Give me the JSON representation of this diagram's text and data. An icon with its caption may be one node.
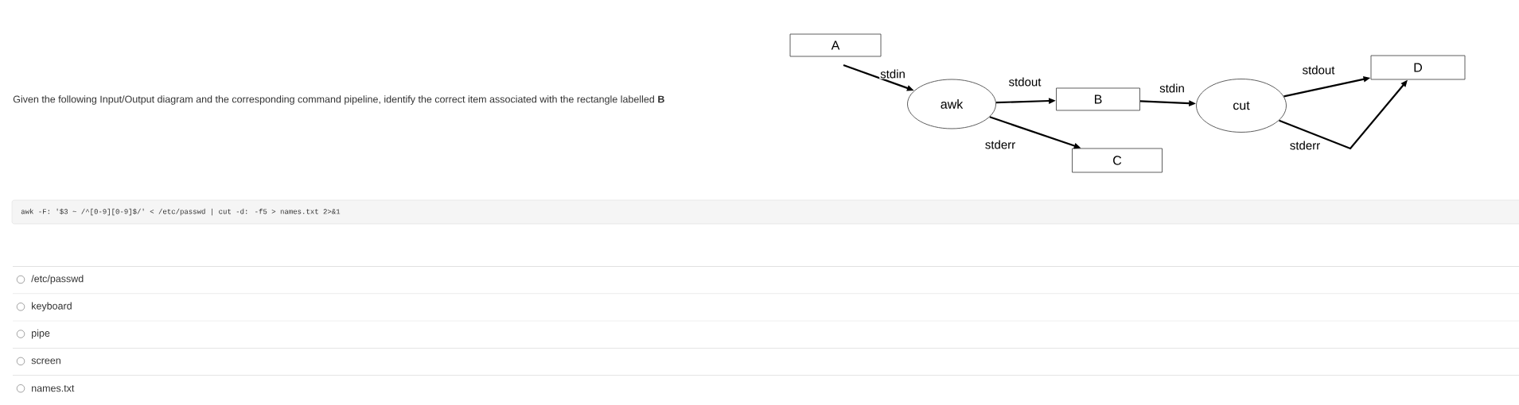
{
  "diagram": {
    "nodes": [
      {
        "text": [
          "A"
        ]
      },
      {
        "text": [
          "awk"
        ]
      },
      {
        "text": [
          "B"
        ]
      },
      {
        "text": [
          "C"
        ]
      },
      {
        "text": [
          "cut"
        ]
      },
      {
        "text": [
          "D"
        ]
      }
    ],
    "edges": [
      {
        "from": 0,
        "to": 1,
        "arrow": "to",
        "label": "stdin"
      },
      {
        "from": 1,
        "to": 2,
        "arrow": "to",
        "label": "stdout"
      },
      {
        "from": 1,
        "to": 3,
        "arrow": "to",
        "label": "stderr"
      },
      {
        "from": 2,
        "to": 4,
        "arrow": "to",
        "label": "stdin"
      },
      {
        "from": 4,
        "to": 5,
        "arrow": "to",
        "label": "stdout"
      },
      {
        "from": 4,
        "to": 5,
        "arrow": "to",
        "label": "stderr"
      }
    ],
    "labels": [
      "Given the following Input/Output diagram and the corresponding command pipeline, identify the correct item associated with the rectangle labelled **B**",
      "awk -F: '$3 ~ /^[0-9][0-9]$/' < /etc/passwd | cut -d: -f5 > names.txt 2>&1",
      "/etc/passwd",
      "keyboard",
      "pipe",
      "screen",
      "names.txt"
    ]
  }
}
